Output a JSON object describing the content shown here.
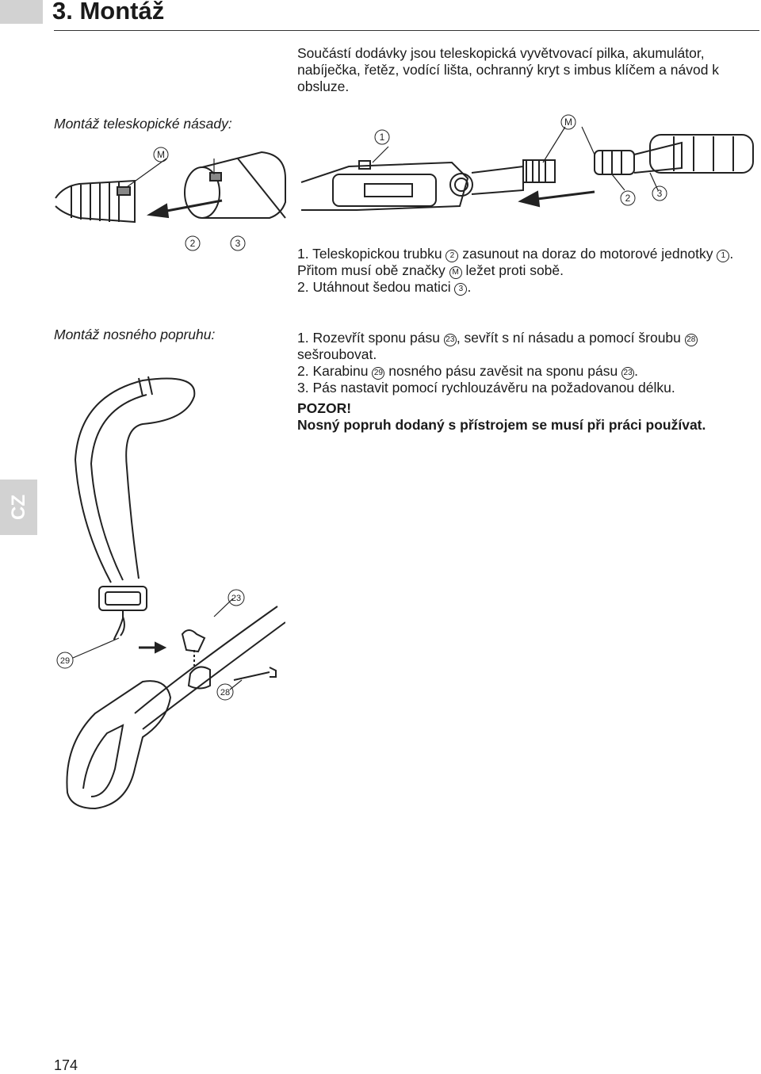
{
  "header": {
    "title": "3. Montáž"
  },
  "intro": {
    "text": "Součástí dodávky jsou teleskopická vyvětvovací pilka, akumulátor, nabíječka, řetěz, vodící lišta, ochranný kryt s imbus klíčem a návod k obsluze."
  },
  "telescopic": {
    "heading": "Montáž teleskopické násady:",
    "figure_labels": {
      "m": "M",
      "n1": "1",
      "n2": "2",
      "n3": "3"
    },
    "steps": [
      {
        "a": "1. Teleskopickou trubku ",
        "r1": "2",
        "b": " zasunout na doraz do motorové jednotky ",
        "r2": "1",
        "c": ". Přitom musí obě značky ",
        "r3": "M",
        "d": " ležet proti sobě."
      },
      {
        "a": "2. Utáhnout šedou matici ",
        "r1": "3",
        "b": "."
      }
    ]
  },
  "strap": {
    "heading": "Montáž nosného popruhu:",
    "figure_labels": {
      "n23": "23",
      "n28": "28",
      "n29": "29"
    },
    "steps": [
      {
        "a": "1. Rozevřít sponu pásu ",
        "r1": "23",
        "b": ", sevřít s ní násadu a pomocí šroubu ",
        "r2": "28",
        "c": " sešroubovat."
      },
      {
        "a": "2. Karabinu ",
        "r1": "29",
        "b": " nosného pásu zavěsit na sponu pásu ",
        "r2": "23",
        "c": "."
      },
      {
        "a": "3. Pás nastavit pomocí rychlouzávěru na požadovanou délku."
      }
    ],
    "warning_title": "POZOR!",
    "warning_text": "Nosný popruh dodaný s přístrojem se musí při práci používat."
  },
  "language_tab": "CZ",
  "page_number": "174",
  "colors": {
    "text": "#1a1a1a",
    "tab_gray": "#d2d2d2",
    "line": "#222222"
  }
}
